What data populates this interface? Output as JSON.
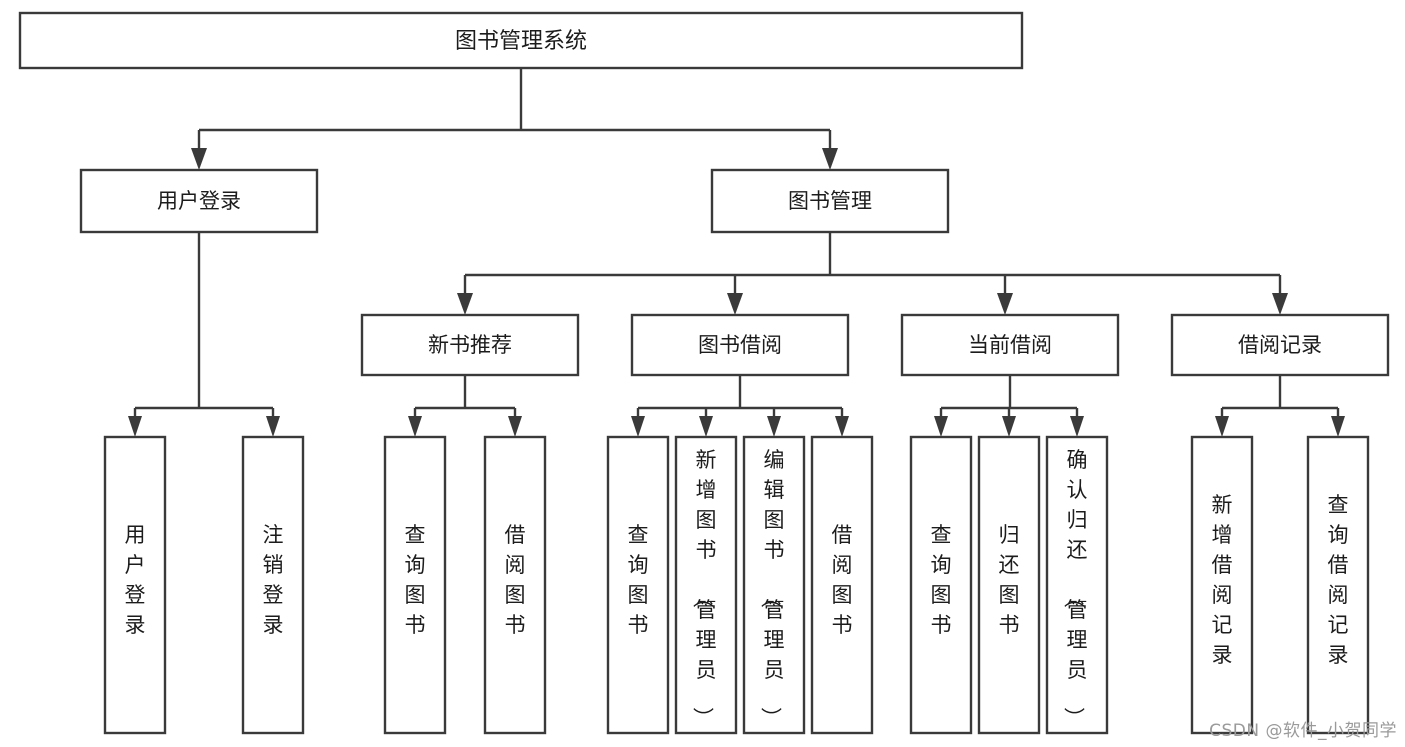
{
  "diagram": {
    "type": "tree",
    "title": "图书管理系统",
    "orientation": "top-down",
    "watermark": "CSDN @软件_小贺同学",
    "colors": {
      "stroke": "#3a3a3a",
      "fill": "#ffffff",
      "text": "#1c1c1c",
      "background": "#ffffff",
      "watermark": "#9a9a9a"
    },
    "root": {
      "id": "root",
      "label": "图书管理系统",
      "level": 0
    },
    "level2": [
      {
        "id": "user-login",
        "label": "用户登录",
        "level": 1
      },
      {
        "id": "book-manage",
        "label": "图书管理",
        "level": 1
      }
    ],
    "level3": [
      {
        "id": "new-book-rec",
        "label": "新书推荐",
        "level": 2,
        "parent": "book-manage"
      },
      {
        "id": "book-borrow",
        "label": "图书借阅",
        "level": 2,
        "parent": "book-manage"
      },
      {
        "id": "current-borrow",
        "label": "当前借阅",
        "level": 2,
        "parent": "book-manage"
      },
      {
        "id": "borrow-record",
        "label": "借阅记录",
        "level": 2,
        "parent": "book-manage"
      }
    ],
    "leaves": [
      {
        "id": "leaf-user-login",
        "label": "用户登录",
        "parent": "user-login"
      },
      {
        "id": "leaf-user-logout",
        "label": "注销登录",
        "parent": "user-login"
      },
      {
        "id": "leaf-query-book-1",
        "label": "查询图书",
        "parent": "new-book-rec"
      },
      {
        "id": "leaf-borrow-book-1",
        "label": "借阅图书",
        "parent": "new-book-rec"
      },
      {
        "id": "leaf-query-book-2",
        "label": "查询图书",
        "parent": "book-borrow"
      },
      {
        "id": "leaf-add-book",
        "label": "新增图书（管理员）",
        "parent": "book-borrow"
      },
      {
        "id": "leaf-edit-book",
        "label": "编辑图书（管理员）",
        "parent": "book-borrow"
      },
      {
        "id": "leaf-borrow-book-2",
        "label": "借阅图书",
        "parent": "book-borrow"
      },
      {
        "id": "leaf-query-book-3",
        "label": "查询图书",
        "parent": "current-borrow"
      },
      {
        "id": "leaf-return-book",
        "label": "归还图书",
        "parent": "current-borrow"
      },
      {
        "id": "leaf-confirm-return",
        "label": "确认归还（管理员）",
        "parent": "current-borrow"
      },
      {
        "id": "leaf-add-record",
        "label": "新增借阅记录",
        "parent": "borrow-record"
      },
      {
        "id": "leaf-query-record",
        "label": "查询借阅记录",
        "parent": "borrow-record"
      }
    ]
  }
}
